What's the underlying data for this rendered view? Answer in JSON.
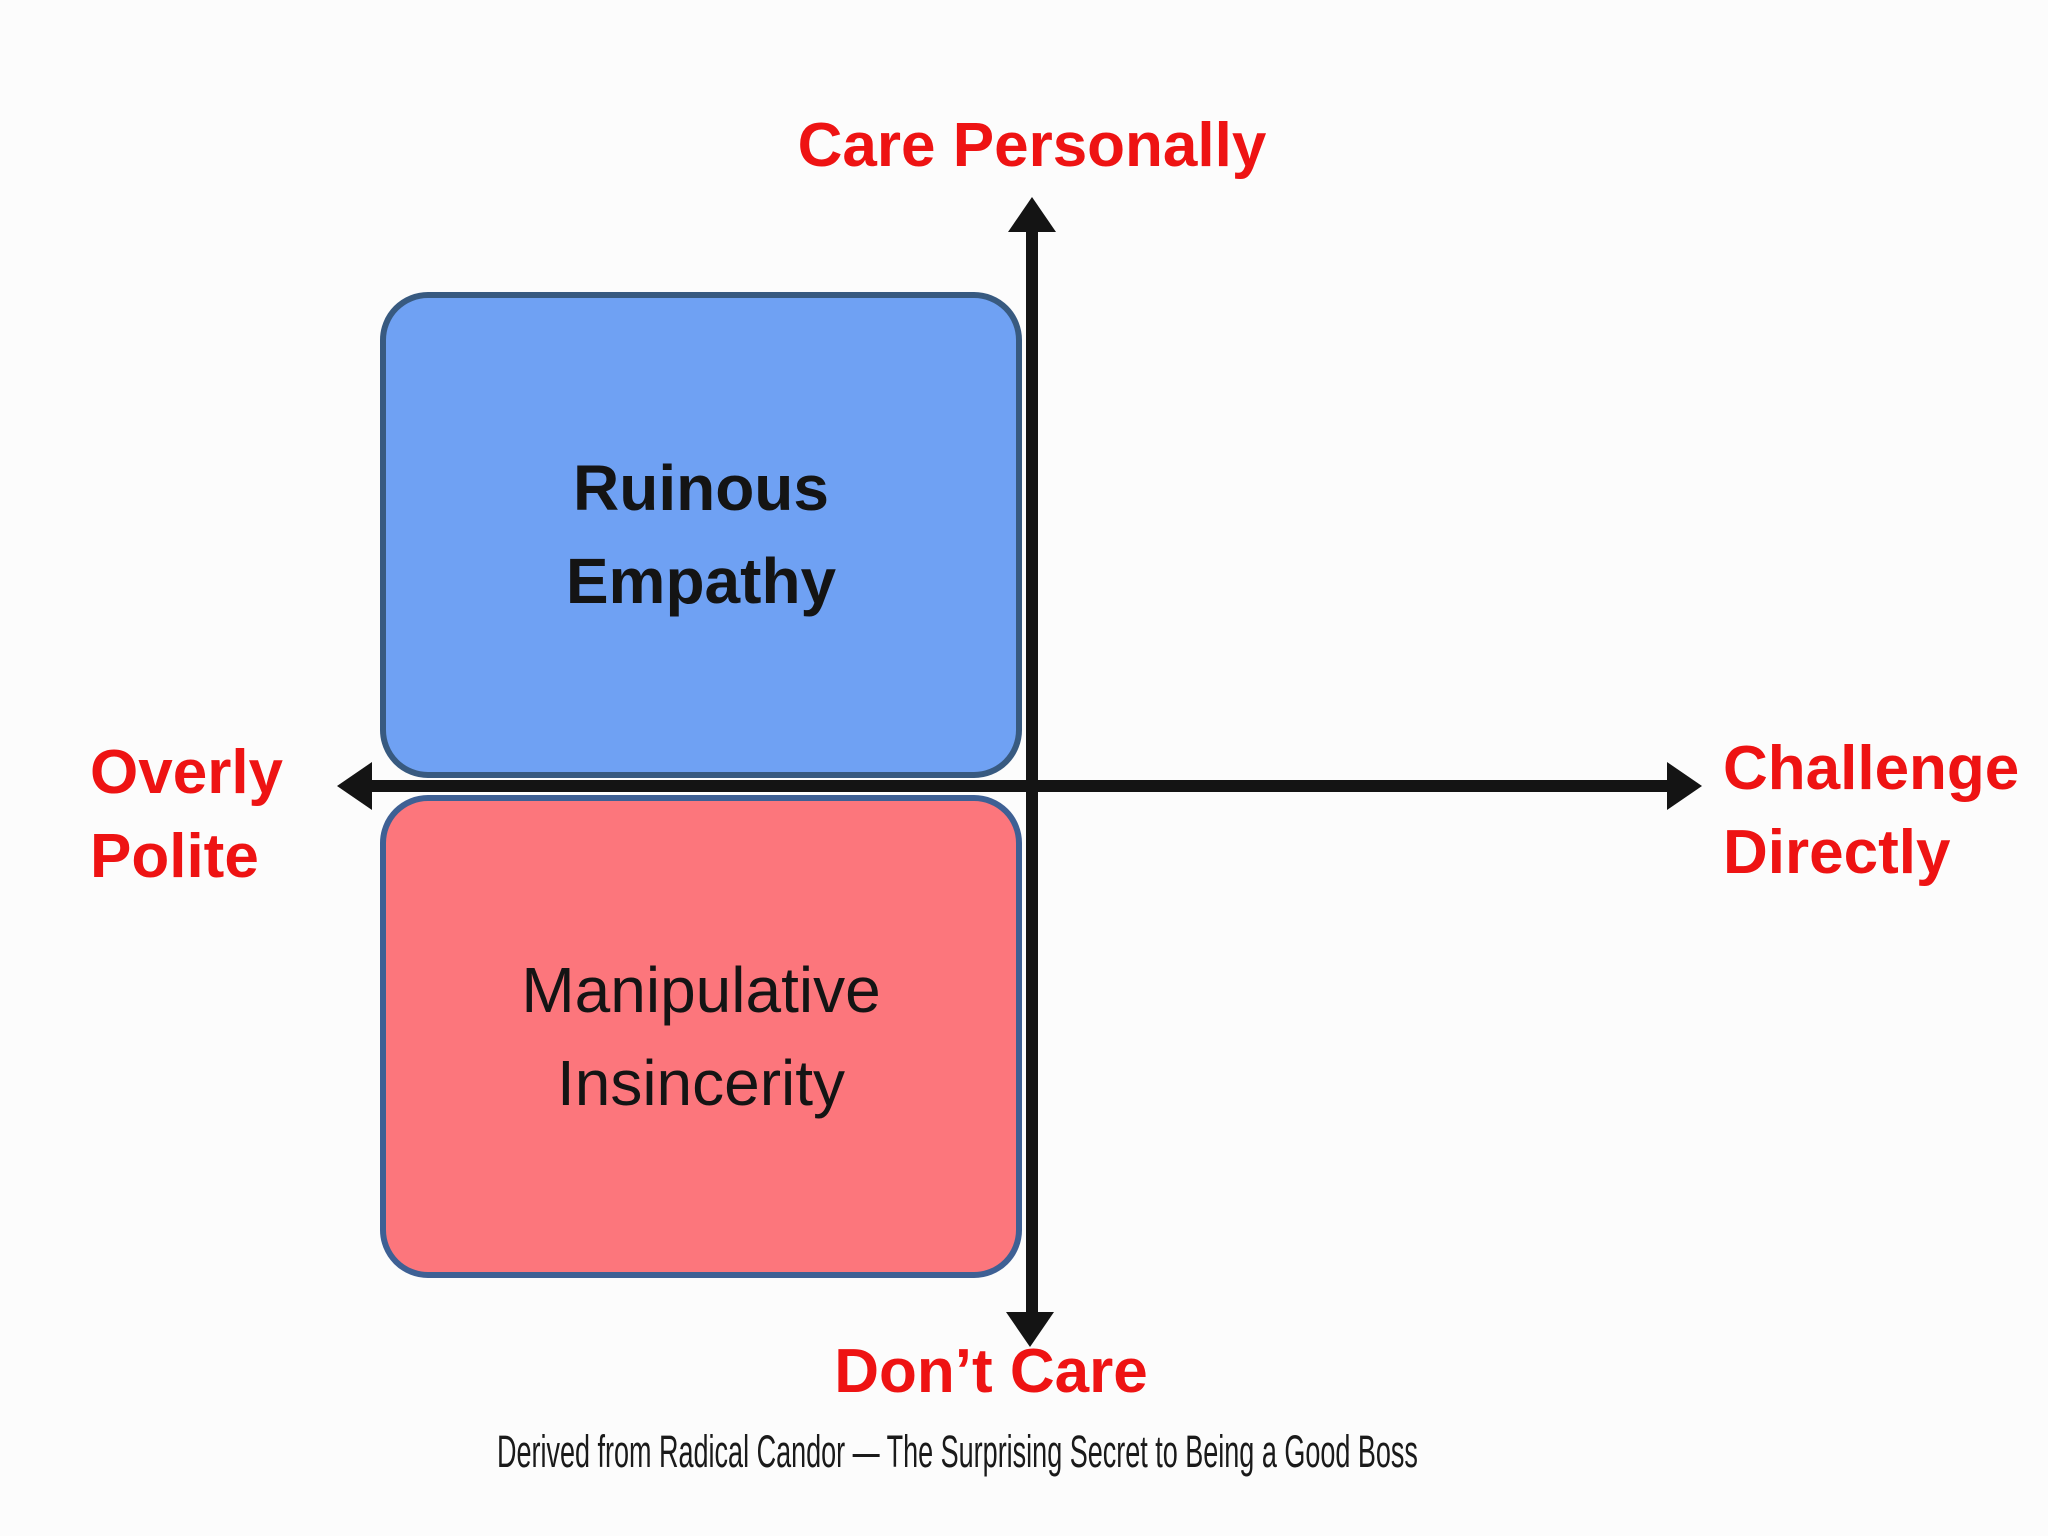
{
  "diagram": {
    "title_caption": "Derived from Radical Candor — The Surprising Secret to Being a Good Boss",
    "axes": {
      "top_label": "Care Personally",
      "bottom_label": "Don’t Care",
      "left_label_line1": "Overly",
      "left_label_line2": "Polite",
      "right_label_line1": "Challenge",
      "right_label_line2": "Directly"
    },
    "quadrants": [
      {
        "name": "Ruinous Empathy",
        "label_line1": "Ruinous",
        "label_line2": "Empathy",
        "fill_color": "#6FA1F3",
        "border_color": "#385A80",
        "text_bold": true
      },
      {
        "name": "Manipulative Insincerity",
        "label_line1": "Manipulative",
        "label_line2": "Insincerity",
        "fill_color": "#FC767C",
        "border_color": "#3E6094",
        "text_bold": false
      }
    ],
    "colors": {
      "axis_label_red": "#EE1313",
      "axis_line_black": "#141414",
      "background": "#FCFCFC",
      "caption_text": "#1A1A1A",
      "quadrant_text": "#141414"
    }
  }
}
